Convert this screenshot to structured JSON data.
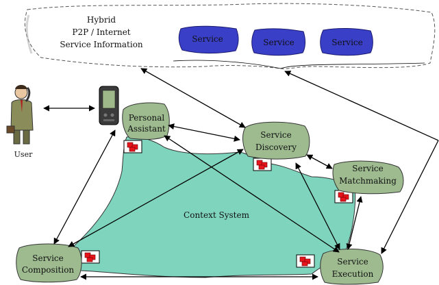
{
  "cloud": {
    "lines": [
      "Hybrid",
      "P2P / Internet",
      "Service Information"
    ],
    "services": [
      "Service",
      "Service",
      "Service"
    ]
  },
  "user": {
    "label": "User"
  },
  "nodes": {
    "personal_assistant": [
      "Personal",
      "Assistant"
    ],
    "service_discovery": [
      "Service",
      "Discovery"
    ],
    "service_matchmaking": [
      "Service",
      "Matchmaking"
    ],
    "service_composition": [
      "Service",
      "Composition"
    ],
    "service_execution": [
      "Service",
      "Execution"
    ]
  },
  "context": {
    "label": "Context System"
  },
  "colors": {
    "context_fill": "#7fd4bd",
    "node_fill": "#9dbb8f",
    "service_fill": "#3a3fc8",
    "cube_red": "#e8141c"
  }
}
